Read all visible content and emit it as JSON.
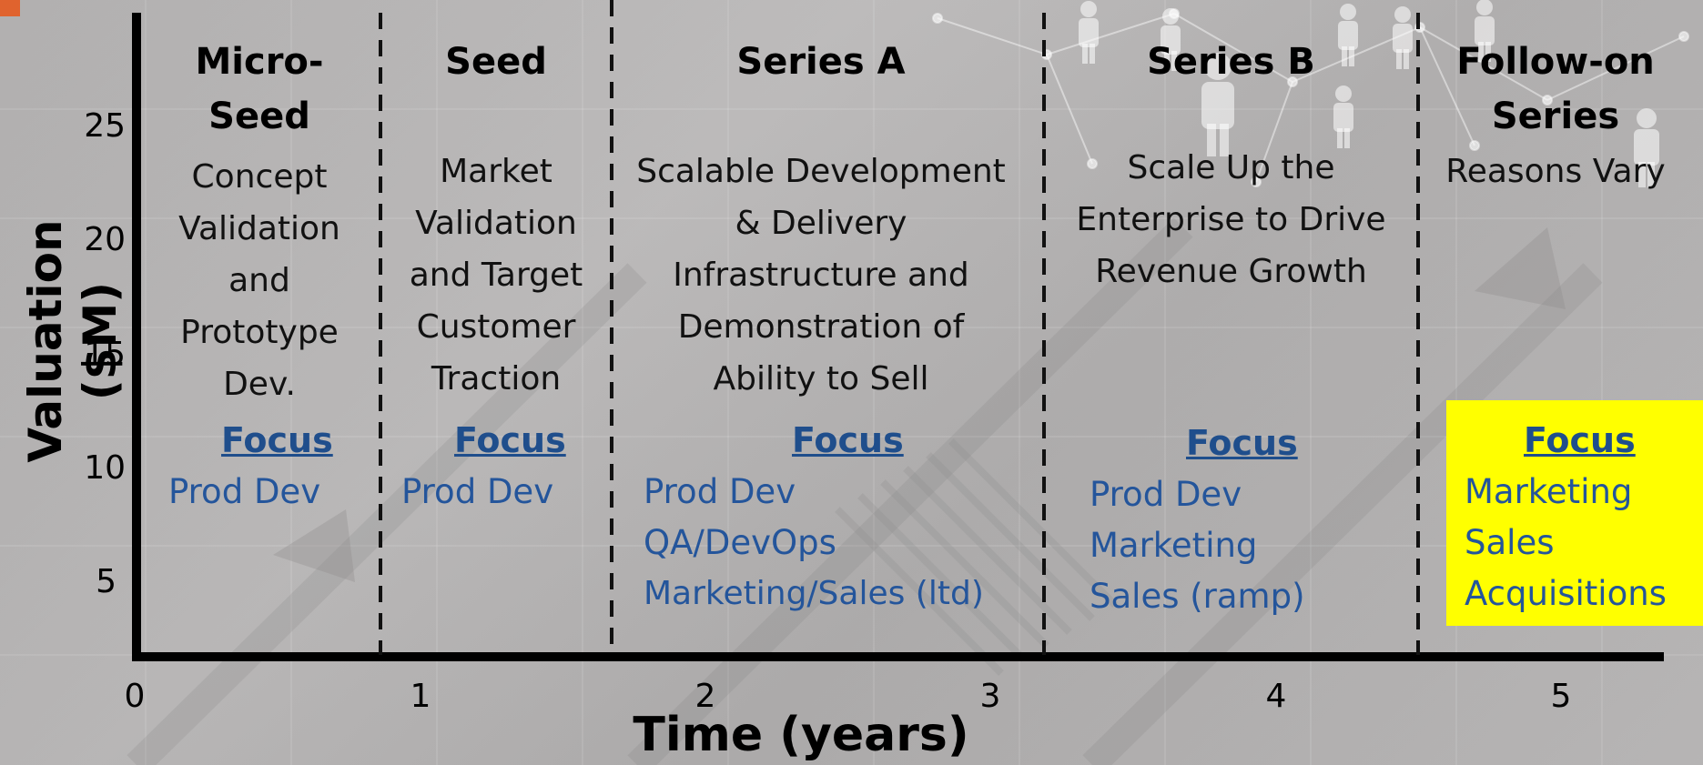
{
  "axes": {
    "y_label": "Valuation ($M)",
    "x_label": "Time (years)",
    "y_ticks": [
      "25",
      "20",
      "15",
      "10",
      "5"
    ],
    "x_ticks": [
      "0",
      "1",
      "2",
      "3",
      "4",
      "5"
    ]
  },
  "stages": [
    {
      "title": [
        "Micro-",
        "Seed"
      ],
      "description": [
        "Concept",
        "Validation",
        "and",
        "Prototype",
        "Dev."
      ],
      "focus_label": "Focus",
      "focus_items": [
        "Prod Dev"
      ]
    },
    {
      "title": [
        "Seed"
      ],
      "description": [
        "Market",
        "Validation",
        "and Target",
        "Customer",
        "Traction"
      ],
      "focus_label": "Focus",
      "focus_items": [
        "Prod Dev"
      ]
    },
    {
      "title": [
        "Series A"
      ],
      "description": [
        "Scalable Development",
        "& Delivery",
        "Infrastructure and",
        "Demonstration of",
        "Ability to Sell"
      ],
      "focus_label": "Focus",
      "focus_items": [
        "Prod Dev",
        "QA/DevOps",
        "Marketing/Sales (ltd)"
      ]
    },
    {
      "title": [
        "Series B"
      ],
      "description": [
        "Scale Up the",
        "Enterprise to Drive",
        "Revenue Growth"
      ],
      "focus_label": "Focus",
      "focus_items": [
        "Prod Dev",
        "Marketing",
        "Sales (ramp)"
      ]
    },
    {
      "title": [
        "Follow-on",
        "Series"
      ],
      "description": [
        "Reasons Vary"
      ],
      "focus_label": "Focus",
      "focus_items": [
        "Marketing",
        "Sales",
        "Acquisitions"
      ]
    }
  ],
  "colors": {
    "focus_text": "#24559b",
    "highlight_box": "#ffff00",
    "axis": "#000000",
    "stage_accent": "#e0632e"
  },
  "icons": [
    "person-icon",
    "network-icon"
  ]
}
